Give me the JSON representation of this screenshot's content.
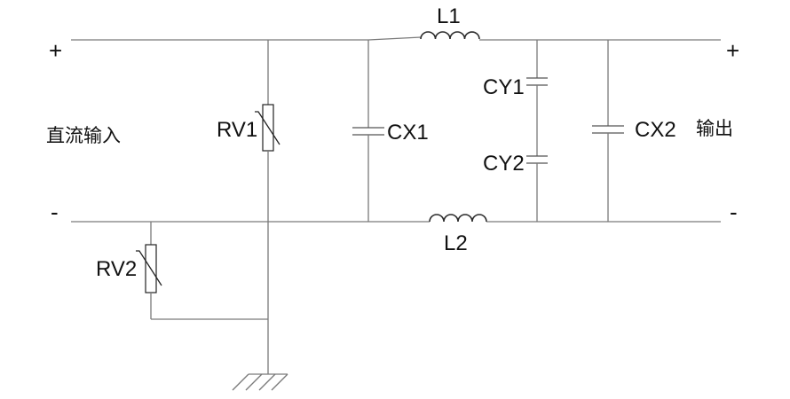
{
  "terminals": {
    "input_plus": "+",
    "input_minus": "-",
    "output_plus": "+",
    "output_minus": "-"
  },
  "texts": {
    "input_label": "直流输入",
    "output_label": "输出"
  },
  "components": {
    "L1": "L1",
    "L2": "L2",
    "CX1": "CX1",
    "CX2": "CX2",
    "CY1": "CY1",
    "CY2": "CY2",
    "RV1": "RV1",
    "RV2": "RV2"
  }
}
